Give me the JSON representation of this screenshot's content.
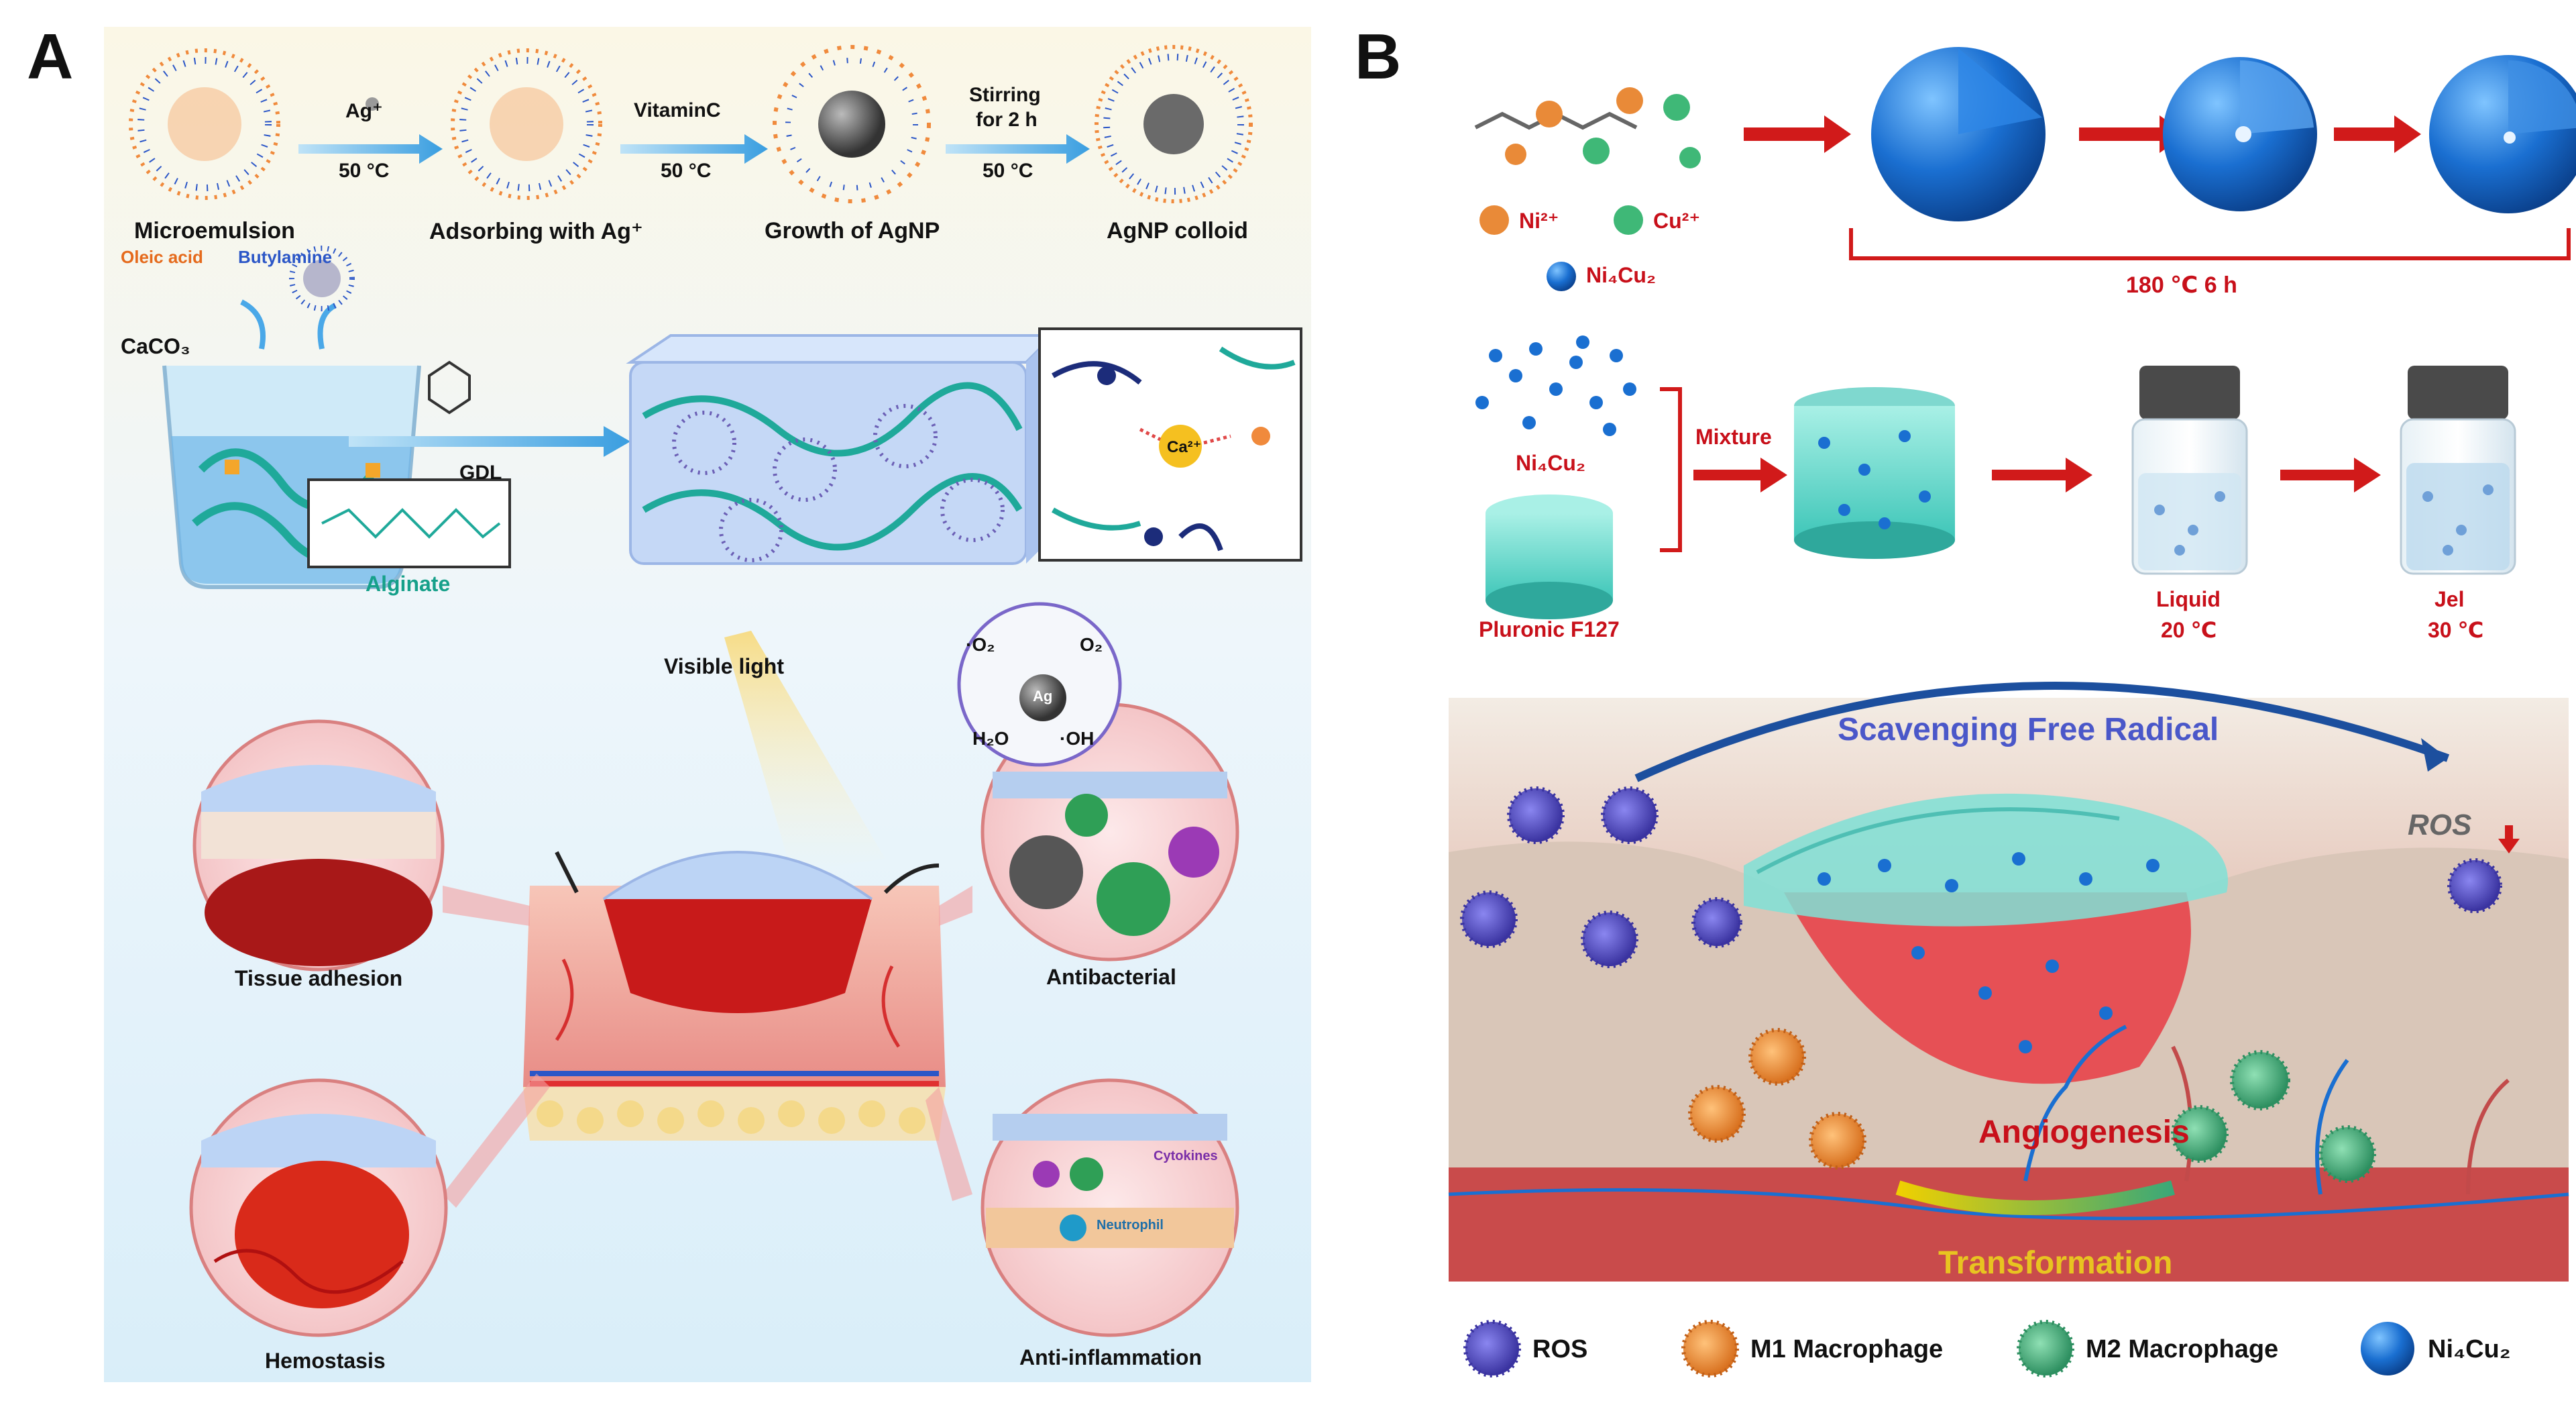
{
  "panelA": {
    "letter": "A",
    "step_labels": [
      "Microemulsion",
      "Adsorbing with Ag⁺",
      "Growth of AgNP",
      "AgNP colloid"
    ],
    "arrow_labels": [
      {
        "top": "Ag⁺",
        "bottom": "50 °C"
      },
      {
        "top": "VitaminC",
        "bottom": "50 °C"
      },
      {
        "top": "Stirring",
        "middle": "for 2 h",
        "bottom": "50 °C"
      }
    ],
    "legend_oleic": "Oleic acid",
    "legend_butylamine": "Butylamine",
    "caco3": "CaCO₃",
    "gdl": "GDL",
    "alginate": "Alginate",
    "ca_ion": "Ca²⁺",
    "visible_light": "Visible light",
    "zooms": [
      "Tissue adhesion",
      "Antibacterial",
      "Hemostasis",
      "Anti-inflammation"
    ],
    "ros_inset": {
      "o2_radical": "·O₂",
      "o2": "O₂",
      "ag": "Ag",
      "h2o": "H₂O",
      "oh": "·OH"
    },
    "cytokines": "Cytokines",
    "neutrophil": "Neutrophil"
  },
  "panelB": {
    "letter": "B",
    "ni_label": "Ni²⁺",
    "cu_label": "Cu²⁺",
    "ni4cu2": "Ni₄Cu₂",
    "condition": "180 ℃ 6 h",
    "mixture": "Mixture",
    "ni4cu2_b": "Ni₄Cu₂",
    "pluronic": "Pluronic F127",
    "liquid": "Liquid",
    "liquid_temp": "20 ℃",
    "jel": "Jel",
    "jel_temp": "30 ℃",
    "scavenging": "Scavenging Free Radical",
    "ros_label": "ROS",
    "angiogenesis": "Angiogenesis",
    "transformation": "Transformation",
    "legend": [
      "ROS",
      "M1 Macrophage",
      "M2 Macrophage",
      "Ni₄Cu₂"
    ]
  },
  "colors": {
    "red_accent": "#c8101a",
    "blue_sphere": "#1a6fd1",
    "teal_gel": "#3ec6b8",
    "ros_purple": "#5b57c9",
    "m1_orange": "#e58a3c",
    "m2_green": "#3aa878",
    "arrow_blue": "#4aa8e8"
  }
}
